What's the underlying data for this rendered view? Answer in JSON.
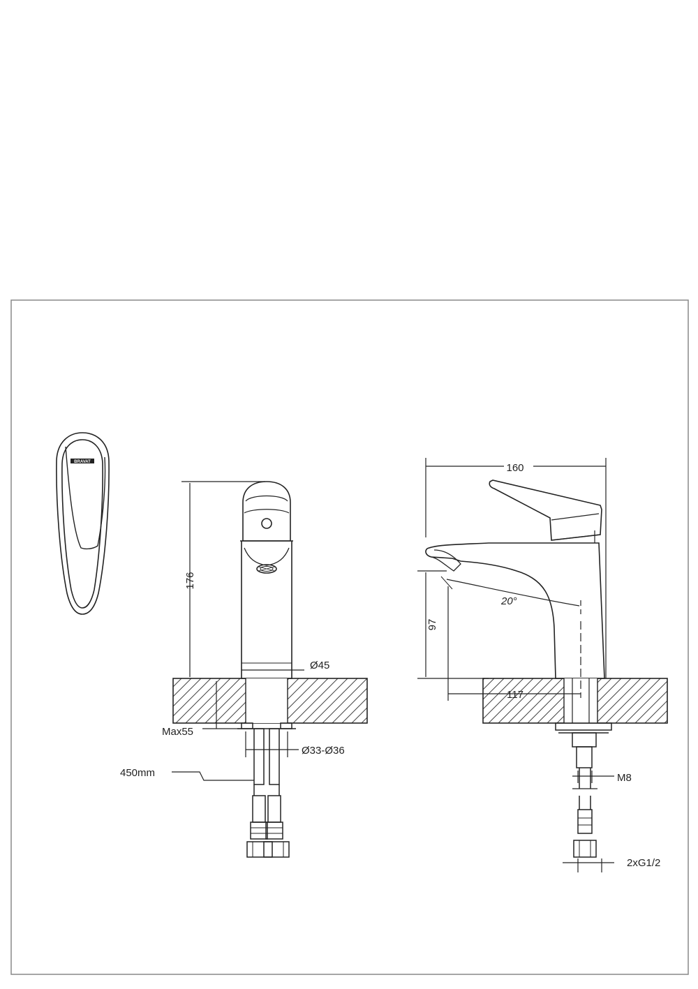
{
  "brand_mark": "BRAVAT",
  "dimensions": {
    "height_total": "176",
    "body_diameter": "Ø45",
    "max_deck": "Max55",
    "hole_diameter": "Ø33-Ø36",
    "hose_length": "450mm",
    "reach": "160",
    "spout_height": "97",
    "angle": "20°",
    "center_offset": "117",
    "stud": "M8",
    "connections": "2xG1/2"
  },
  "colors": {
    "line": "#222222",
    "frame": "#888888"
  }
}
